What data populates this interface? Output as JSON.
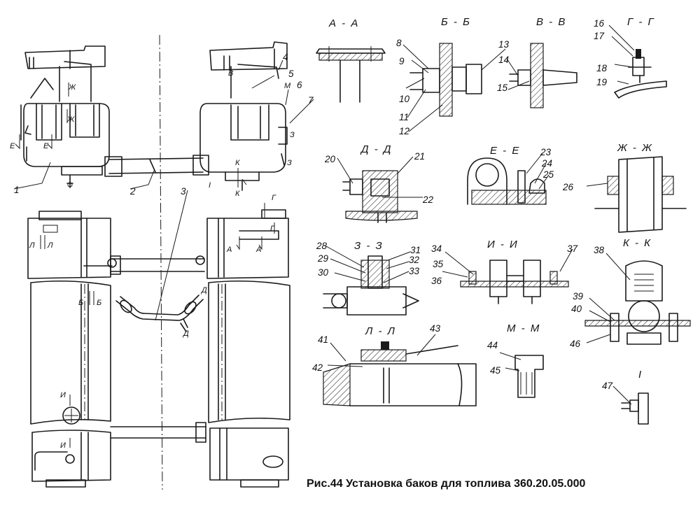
{
  "caption": "Рис.44 Установка баков для топлива 360.20.05.000",
  "section_titles": [
    {
      "id": "aa",
      "text": "А - А"
    },
    {
      "id": "bb",
      "text": "Б - Б"
    },
    {
      "id": "vv",
      "text": "В - В"
    },
    {
      "id": "gg",
      "text": "Г - Г"
    },
    {
      "id": "dd",
      "text": "Д - Д"
    },
    {
      "id": "ee",
      "text": "Е - Е"
    },
    {
      "id": "zhzh",
      "text": "Ж - Ж"
    },
    {
      "id": "zz",
      "text": "З - З"
    },
    {
      "id": "ii",
      "text": "И - И"
    },
    {
      "id": "kk",
      "text": "К - К"
    },
    {
      "id": "ll",
      "text": "Л - Л"
    },
    {
      "id": "mm",
      "text": "М - М"
    },
    {
      "id": "view1",
      "text": "I"
    }
  ],
  "callouts": [
    "1",
    "2",
    "3",
    "4",
    "5",
    "6",
    "7",
    "8",
    "9",
    "10",
    "11",
    "12",
    "13",
    "14",
    "15",
    "16",
    "17",
    "18",
    "19",
    "20",
    "21",
    "22",
    "23",
    "24",
    "25",
    "26",
    "28",
    "29",
    "30",
    "31",
    "32",
    "33",
    "34",
    "35",
    "36",
    "37",
    "38",
    "39",
    "40",
    "41",
    "42",
    "43",
    "44",
    "45",
    "46",
    "47"
  ],
  "view_marks": [
    "А",
    "А",
    "Б",
    "Б",
    "В",
    "Е",
    "Е",
    "Ж",
    "Ж",
    "Г",
    "Г",
    "Д",
    "Д",
    "И",
    "И",
    "К",
    "К",
    "Л",
    "Л",
    "М",
    "З",
    "З",
    "I"
  ]
}
